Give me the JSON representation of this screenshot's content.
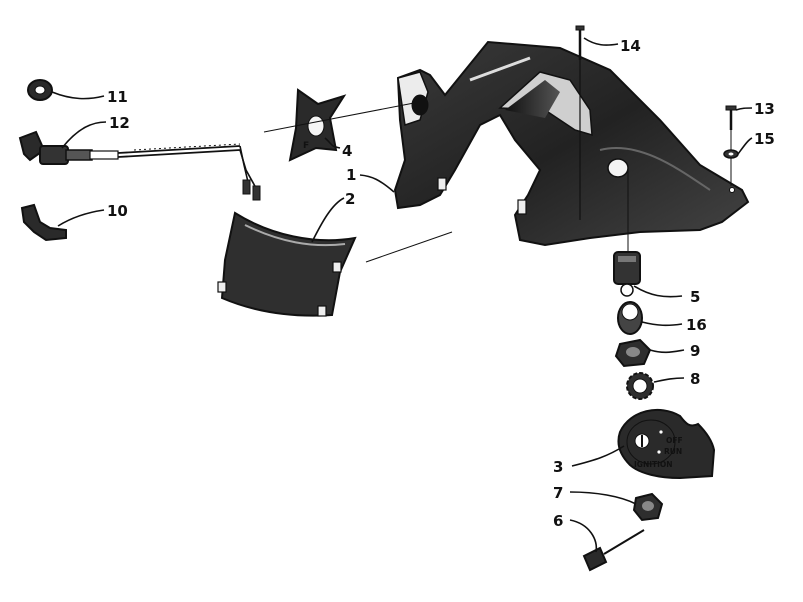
{
  "diagram": {
    "callouts": [
      {
        "id": "c1",
        "label": "1"
      },
      {
        "id": "c2",
        "label": "2"
      },
      {
        "id": "c3",
        "label": "3"
      },
      {
        "id": "c4",
        "label": "4"
      },
      {
        "id": "c5",
        "label": "5"
      },
      {
        "id": "c6",
        "label": "6"
      },
      {
        "id": "c7",
        "label": "7"
      },
      {
        "id": "c8",
        "label": "8"
      },
      {
        "id": "c9",
        "label": "9"
      },
      {
        "id": "c10",
        "label": "10"
      },
      {
        "id": "c11",
        "label": "11"
      },
      {
        "id": "c12",
        "label": "12"
      },
      {
        "id": "c13",
        "label": "13"
      },
      {
        "id": "c14",
        "label": "14"
      },
      {
        "id": "c15",
        "label": "15"
      },
      {
        "id": "c16",
        "label": "16"
      }
    ],
    "decal": {
      "off": "OFF",
      "run": "RUN",
      "ignition": "IGNITION"
    },
    "colors": {
      "line": "#111111",
      "dark_fill": "#2b2b2b",
      "background": "#ffffff"
    }
  }
}
